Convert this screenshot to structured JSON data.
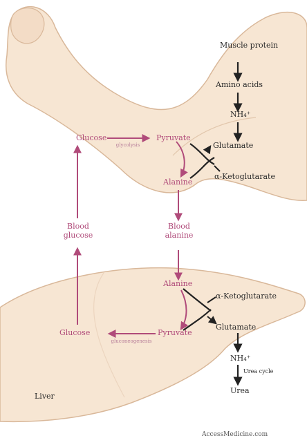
{
  "labels": {
    "muscle_protein": "Muscle protein",
    "amino_acids": "Amino acids",
    "nh4_muscle": "NH₄⁺",
    "glutamate_muscle": "Glutamate",
    "ketoglutarate_muscle": "α-Ketoglutarate",
    "glucose_muscle": "Glucose",
    "pyruvate_muscle": "Pyruvate",
    "alanine_muscle": "Alanine",
    "blood_glucose": "Blood glucose",
    "blood_alanine": "Blood alanine",
    "alanine_liver": "Alanine",
    "ketoglutarate_liver": "α-Ketoglutarate",
    "glutamate_liver": "Glutamate",
    "glucose_liver": "Glucose",
    "pyruvate_liver": "Pyruvate",
    "nh4_liver": "NH₄⁺",
    "urea_cycle": "Urea cycle",
    "urea": "Urea",
    "liver": "Liver",
    "credit": "AccessMedicine.com"
  },
  "colors": {
    "skin": "#f7e6d3",
    "skin_edge": "#d9b89a",
    "pink_path": "#b04b7a",
    "dark_path": "#222222"
  }
}
